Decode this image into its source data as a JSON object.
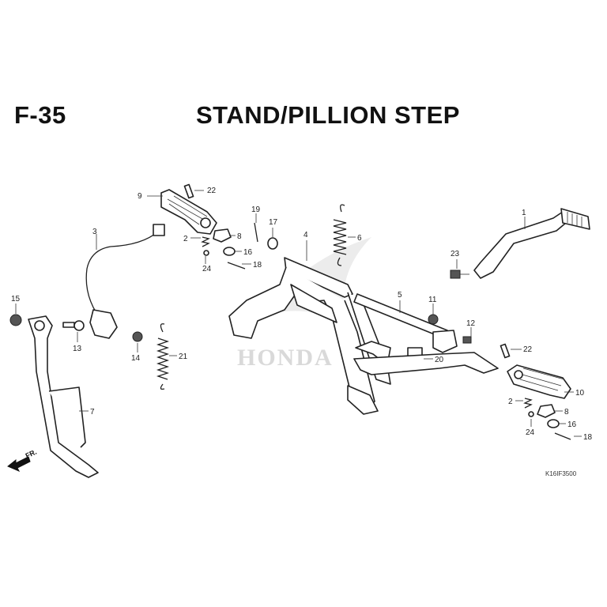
{
  "header": {
    "code": "F-35",
    "title": "STAND/PILLION STEP"
  },
  "diagram": {
    "code": "K16IF3500",
    "watermark": "HONDA",
    "direction_label": "FR."
  },
  "callouts": {
    "c1": "1",
    "c2a": "2",
    "c2b": "2",
    "c3": "3",
    "c4": "4",
    "c5": "5",
    "c6": "6",
    "c7": "7",
    "c8a": "8",
    "c8b": "8",
    "c9": "9",
    "c10": "10",
    "c11": "11",
    "c12": "12",
    "c13": "13",
    "c14": "14",
    "c15": "15",
    "c16a": "16",
    "c16b": "16",
    "c17": "17",
    "c18a": "18",
    "c18b": "18",
    "c19": "19",
    "c20": "20",
    "c21": "21",
    "c22a": "22",
    "c22b": "22",
    "c23": "23",
    "c24a": "24",
    "c24b": "24"
  }
}
